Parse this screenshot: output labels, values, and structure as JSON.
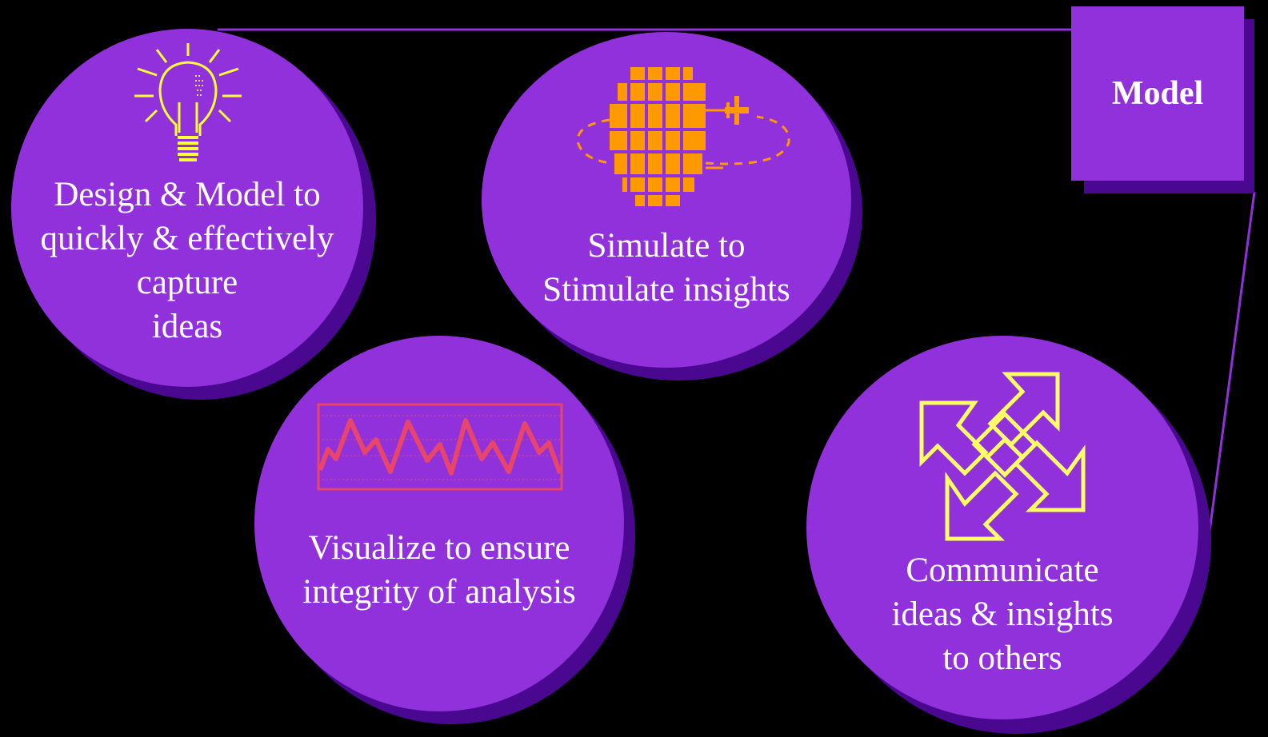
{
  "model_box": {
    "label": "Model"
  },
  "bubbles": [
    {
      "id": "design",
      "text": "Design & Model to\nquickly & effectively\ncapture\nideas",
      "icon": "lightbulb-icon"
    },
    {
      "id": "simulate",
      "text": "Simulate to\nStimulate insights",
      "icon": "globe-orbit-icon"
    },
    {
      "id": "visualize",
      "text": "Visualize  to ensure\nintegrity of analysis",
      "icon": "waveform-icon"
    },
    {
      "id": "communicate",
      "text": "Communicate\nideas & insights\n  to others",
      "icon": "four-arrows-icon"
    }
  ],
  "colors": {
    "background": "#000000",
    "bubble": "#9131db",
    "bubble_shadow": "#4a0891",
    "text": "#ffffff",
    "lightbulb": "#ffff33",
    "globe": "#ff9900",
    "waveform": "#e8456a",
    "arrows": "#ffff66",
    "connector": "#9131db"
  }
}
